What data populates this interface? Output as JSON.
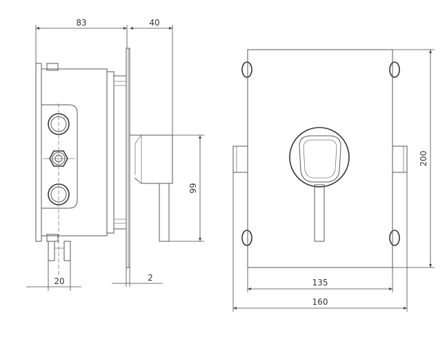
{
  "side_view": {
    "dim_top_left": "83",
    "dim_top_right": "40",
    "dim_vertical": "99",
    "dim_bottom_left": "20",
    "dim_bottom_right": "2"
  },
  "front_view": {
    "dim_inner_width": "135",
    "dim_outer_width": "160",
    "dim_height": "200"
  }
}
